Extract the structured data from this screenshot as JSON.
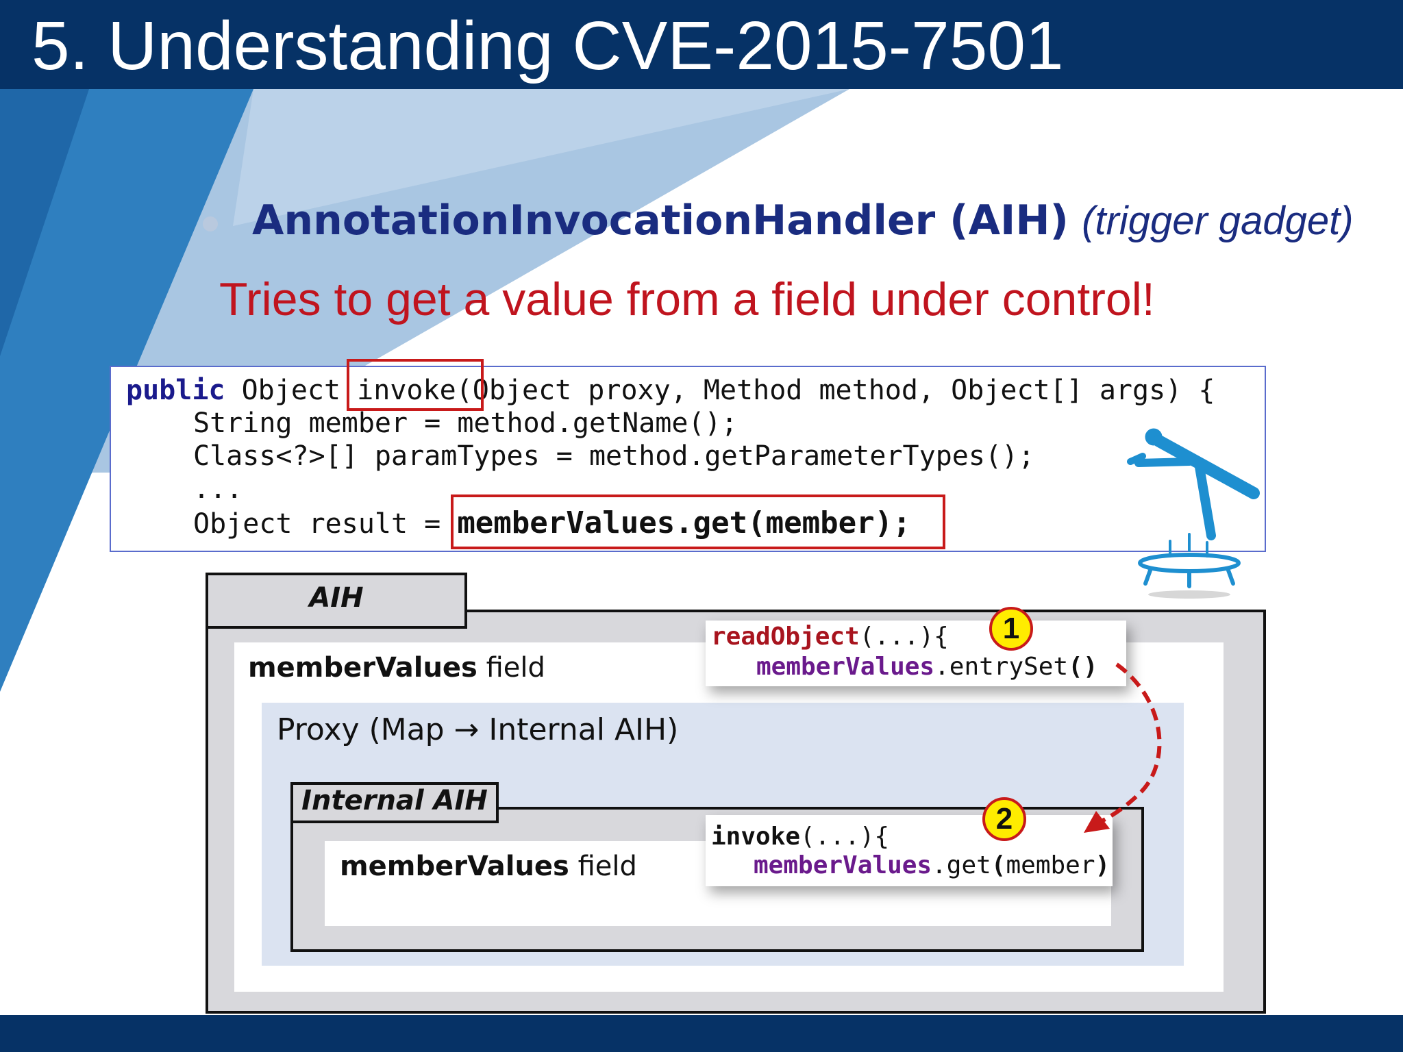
{
  "slide": {
    "title": "5. Understanding CVE-2015-7501"
  },
  "bullet": {
    "heading": "AnnotationInvocationHandler (AIH)",
    "note": "(trigger gadget)"
  },
  "subtitle": "Tries to get a value from a field under control!",
  "code": {
    "line1_keyword": "public",
    "line1_a": " Object ",
    "line1_invoke": "invoke(",
    "line1_b": "Object proxy, Method method, Object[] args) {",
    "line2": "String member = method.getName();",
    "line3": "Class<?>[] paramTypes = method.getParameterTypes();",
    "line4": "...",
    "line5_a": "Object result = ",
    "line5_b": "memberValues.get(member);"
  },
  "diagram": {
    "aih_label": "AIH",
    "outer_field_name": "memberValues",
    "outer_field_suffix": " field",
    "proxy_label": "Proxy (Map → Internal AIH)",
    "internal_label": "Internal AIH",
    "inner_field_name": "memberValues",
    "inner_field_suffix": " field",
    "card1": {
      "fn": "readObject",
      "fn_rest": "(...){",
      "obj": "memberValues",
      "call": ".entrySet",
      "parens": "()"
    },
    "card2": {
      "fn": "invoke",
      "fn_rest": "(...){",
      "obj": "memberValues",
      "call": ".get",
      "open": "(",
      "arg": "member",
      "close": ")"
    },
    "step1": "1",
    "step2": "2"
  },
  "colors": {
    "title_bar": "#063266",
    "heading_blue": "#1a2c80",
    "subtitle_red": "#c0141e",
    "highlight_red": "#c81a1a",
    "badge_yellow": "#ffec00"
  },
  "icons": [
    "trampoline-jumper-icon",
    "dashed-arrow-icon"
  ]
}
